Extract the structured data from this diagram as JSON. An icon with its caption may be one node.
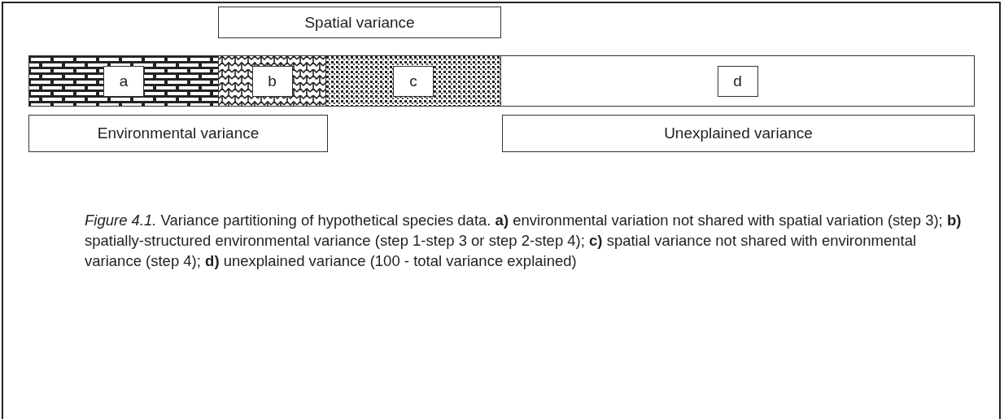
{
  "diagram": {
    "caption": "*Figure 4.1.* Variance partitioning of hypothetical species data. **a)** environmental variation not shared with spatial variation (step 3); **b)** spatially-structured environmental variance (step 1-step 3 or step 2-step 4); **c)** spatial variance not shared with environmental variance (step 4); **d)** unexplained variance (100 - total variance explained)",
    "nodes": [
      {
        "text": [
          "Spatial variance"
        ]
      },
      {
        "text": [
          "a"
        ]
      },
      {
        "text": [
          "b"
        ]
      },
      {
        "text": [
          "c"
        ]
      },
      {
        "text": [
          "d"
        ]
      },
      {
        "text": [
          "Environmental variance"
        ]
      },
      {
        "text": [
          "Unexplained variance"
        ]
      }
    ]
  }
}
